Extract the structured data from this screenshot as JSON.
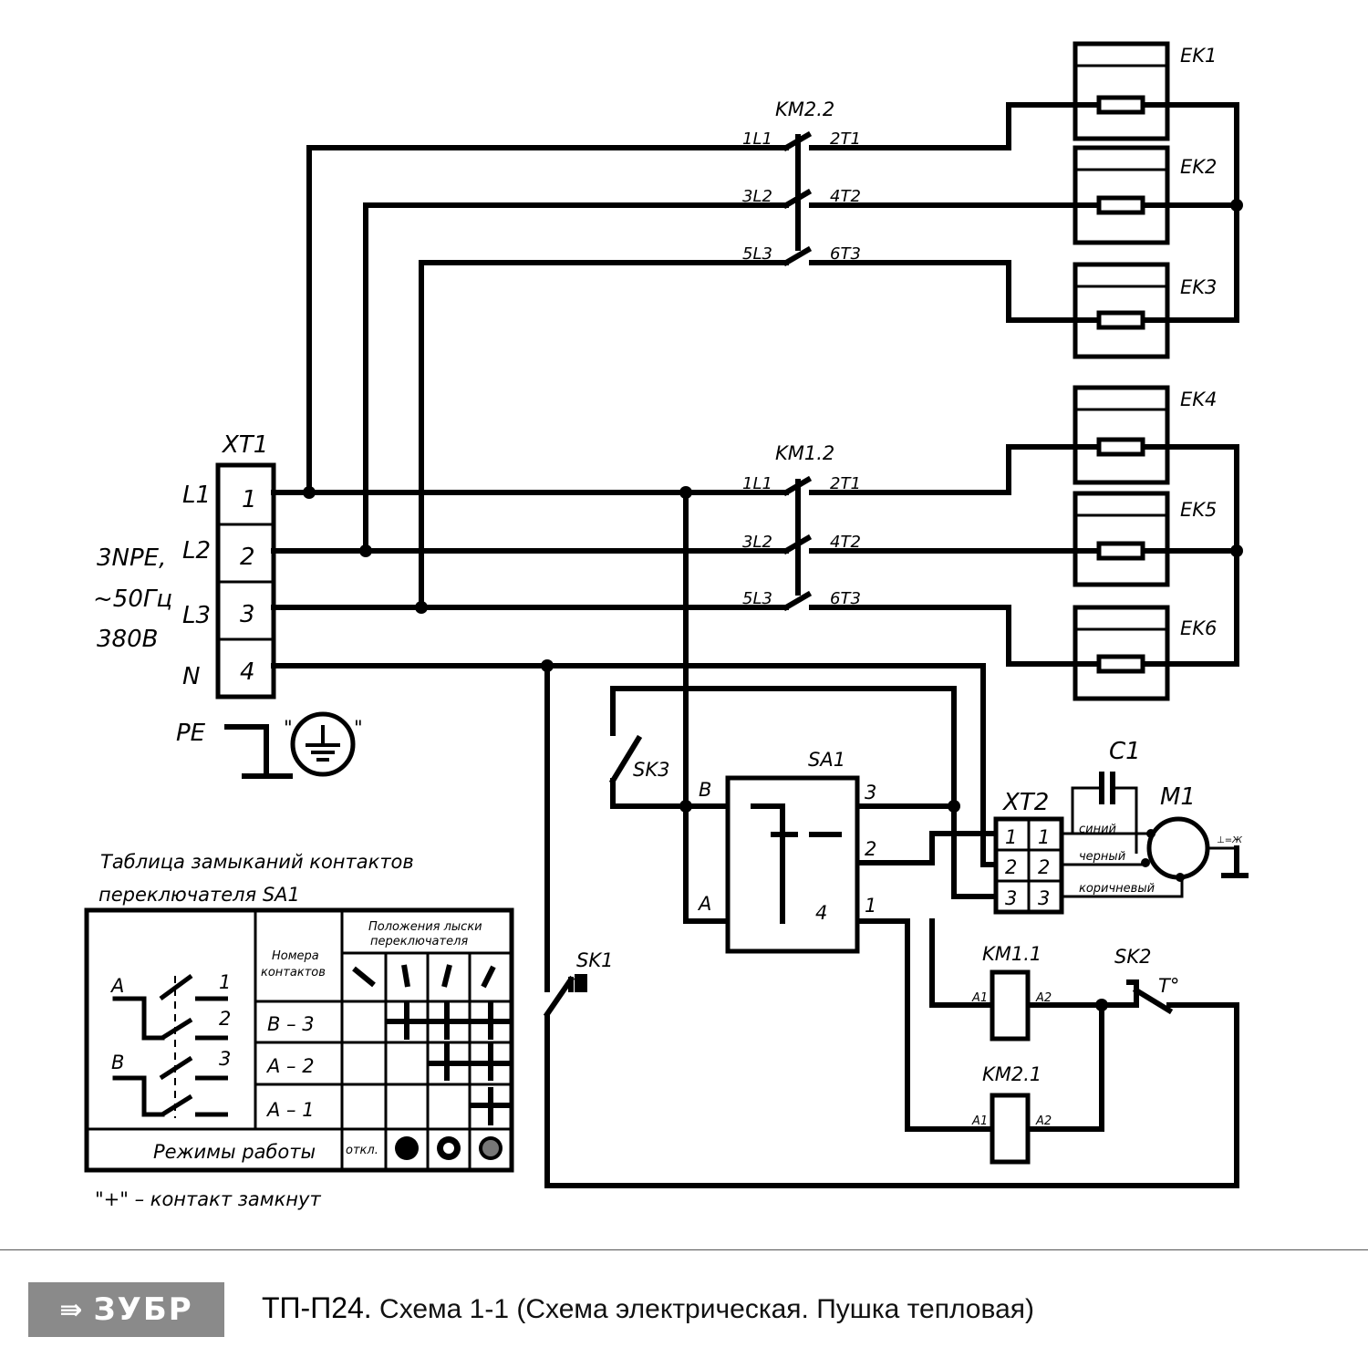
{
  "supply": {
    "line1": "3NPE,",
    "line2": "~50Гц",
    "line3": "380В"
  },
  "xt1": {
    "name": "XT1",
    "phases": [
      "L1",
      "L2",
      "L3",
      "N"
    ],
    "pins": [
      "1",
      "2",
      "3",
      "4"
    ],
    "pe": "PE"
  },
  "contactors": {
    "km22": {
      "name": "KM2.2",
      "in": [
        "1L1",
        "3L2",
        "5L3"
      ],
      "out": [
        "2T1",
        "4T2",
        "6T3"
      ]
    },
    "km12": {
      "name": "KM1.2",
      "in": [
        "1L1",
        "3L2",
        "5L3"
      ],
      "out": [
        "2T1",
        "4T2",
        "6T3"
      ]
    }
  },
  "heaters": [
    "EK1",
    "EK2",
    "EK3",
    "EK4",
    "EK5",
    "EK6"
  ],
  "sa1": {
    "name": "SA1",
    "terminals": [
      "B",
      "A",
      "3",
      "2",
      "1",
      "4"
    ]
  },
  "sk3": "SK3",
  "sk1": "SK1",
  "sk2": {
    "name": "SK2",
    "temp": "T°"
  },
  "coils": {
    "km11": "KM1.1",
    "km21": "KM2.1",
    "a1": "A1",
    "a2": "A2"
  },
  "xt2": {
    "name": "XT2",
    "rows": [
      "1",
      "2",
      "3"
    ],
    "wires": [
      "синий",
      "черный",
      "коричневый"
    ]
  },
  "capacitor": "C1",
  "motor": {
    "name": "M1",
    "ground": "⊥=Ж"
  },
  "table": {
    "title_line1": "Таблица замыканий контактов",
    "title_line2": "переключателя SA1",
    "col_contacts": [
      "Номера",
      "контактов"
    ],
    "col_positions": [
      "Положения лыски",
      "переключателя"
    ],
    "contact_pairs": [
      "B – 3",
      "A – 2",
      "A – 1"
    ],
    "legend_a": "A",
    "legend_b": "B",
    "legend_1": "1",
    "legend_2": "2",
    "legend_3": "3",
    "modes_label": "Режимы работы",
    "off_label": "откл.",
    "closed_note": "\"+\" – контакт замкнут"
  },
  "footer": {
    "brand": "ЗУБР",
    "model": "ТП-П24.",
    "caption": " Схема 1-1 (Схема электрическая. Пушка тепловая)"
  }
}
